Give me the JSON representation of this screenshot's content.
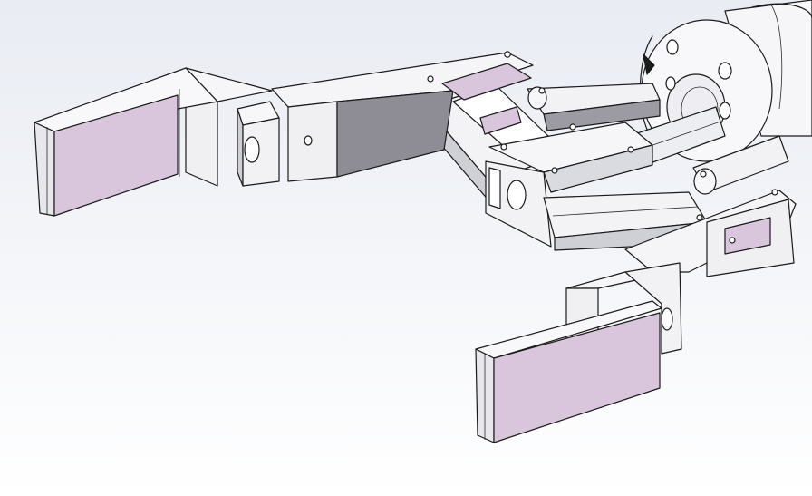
{
  "colors": {
    "background_top": "#e9ecf3",
    "background_bottom": "#ffffff",
    "pad": "#d9c6dc",
    "body_light": "#f4f4f6",
    "body_mid": "#dcdde2",
    "body_dark": "#8f8e96",
    "outline": "#1a1a1a"
  },
  "parts": [
    "base-cylinder",
    "mounting-flange",
    "center-shaft",
    "upper-finger",
    "upper-finger-pad",
    "lower-finger",
    "lower-finger-pad",
    "linkage-arms",
    "center-block",
    "pivot-links"
  ]
}
